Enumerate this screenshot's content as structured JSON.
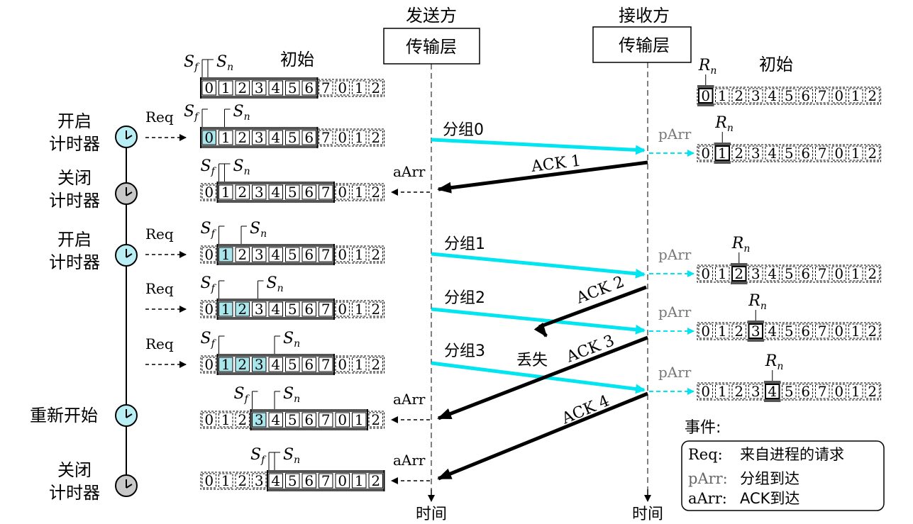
{
  "colors": {
    "cyan": "#00e5f0",
    "cell_fill": "#a8e6ec",
    "timer_fill": "#b8eef4",
    "timer_off_fill": "#c8c8c8",
    "black": "#000000"
  },
  "sender": {
    "name": "发送方",
    "layer": "传输层",
    "time": "时间"
  },
  "receiver": {
    "name": "接收方",
    "layer": "传输层",
    "time": "时间"
  },
  "window_numbers": [
    "0",
    "1",
    "2",
    "3",
    "4",
    "5",
    "6",
    "7",
    "0",
    "1",
    "2"
  ],
  "labels": {
    "initial": "初始",
    "sf": "S",
    "sf_sub": "f",
    "sn": "S",
    "sn_sub": "n",
    "rn": "R",
    "rn_sub": "n"
  },
  "sender_rows": [
    {
      "note": "初始",
      "sf": 0,
      "sn": 0,
      "window_start": 0,
      "highlight": []
    },
    {
      "sf": 0,
      "sn": 1,
      "window_start": 0,
      "highlight": [
        0
      ],
      "req": "Req"
    },
    {
      "sf": 1,
      "sn": 1,
      "window_start": 1,
      "highlight": [],
      "arr": "aArr"
    },
    {
      "sf": 1,
      "sn": 2,
      "window_start": 1,
      "highlight": [
        1
      ],
      "req": "Req"
    },
    {
      "sf": 1,
      "sn": 3,
      "window_start": 1,
      "highlight": [
        1,
        2
      ],
      "req": "Req"
    },
    {
      "sf": 1,
      "sn": 4,
      "window_start": 1,
      "highlight": [
        1,
        2,
        3
      ],
      "req": "Req"
    },
    {
      "sf": 3,
      "sn": 4,
      "window_start": 3,
      "highlight": [
        3
      ],
      "arr": "aArr"
    },
    {
      "sf": 4,
      "sn": 4,
      "window_start": 4,
      "highlight": [],
      "arr": "aArr"
    }
  ],
  "receiver_rows": [
    {
      "note": "初始",
      "rn": 0
    },
    {
      "rn": 1,
      "arr": "pArr"
    },
    {
      "rn": 2,
      "arr": "pArr"
    },
    {
      "rn": 3,
      "arr": "pArr"
    },
    {
      "rn": 4,
      "arr": "pArr"
    }
  ],
  "packets": [
    "分组0",
    "分组1",
    "分组2",
    "分组3"
  ],
  "acks": [
    "ACK 1",
    "ACK 2",
    "ACK 3",
    "ACK 4"
  ],
  "lost": "丢失",
  "timer_events": [
    {
      "line1": "开启",
      "line2": "计时器",
      "state": "on"
    },
    {
      "line1": "关闭",
      "line2": "计时器",
      "state": "off"
    },
    {
      "line1": "开启",
      "line2": "计时器",
      "state": "on"
    },
    {
      "line1": "重新开始",
      "line2": "",
      "state": "on"
    },
    {
      "line1": "关闭",
      "line2": "计时器",
      "state": "off"
    }
  ],
  "legend": {
    "title": "事件:",
    "items": [
      {
        "key": "Req:",
        "text": "来自进程的请求"
      },
      {
        "key": "pArr:",
        "text": "分组到达"
      },
      {
        "key": "aArr:",
        "text": "ACK到达"
      }
    ]
  }
}
